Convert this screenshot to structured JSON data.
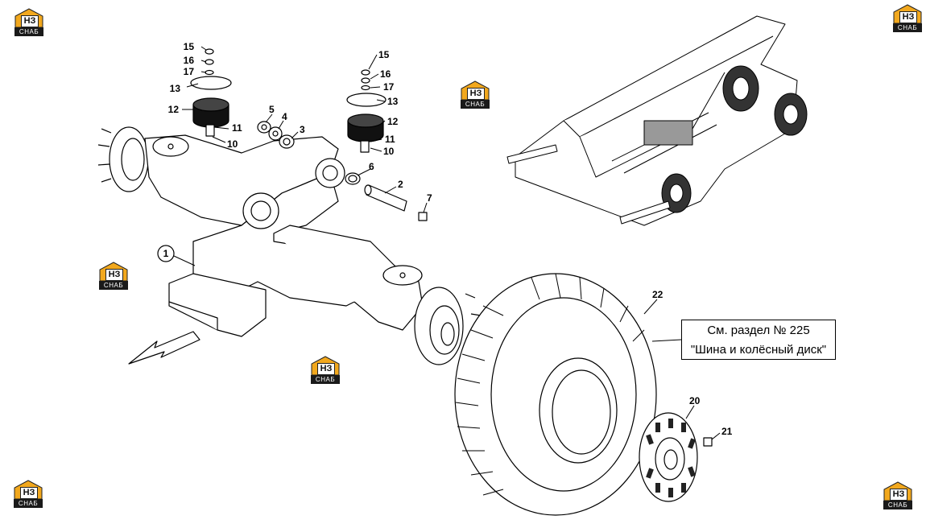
{
  "logo": {
    "mark": "НЗ",
    "brand": "СНАБ",
    "color": "#f2a81d"
  },
  "callout": {
    "line1": "См. раздел № 225",
    "line2": "\"Шина и колёсный диск\""
  },
  "labels": {
    "p1": "1",
    "p2": "2",
    "p3": "3",
    "p4": "4",
    "p5": "5",
    "p6": "6",
    "p7": "7",
    "p10a": "10",
    "p10b": "10",
    "p11a": "11",
    "p11b": "11",
    "p12a": "12",
    "p12b": "12",
    "p13a": "13",
    "p13b": "13",
    "p15a": "15",
    "p15b": "15",
    "p16a": "16",
    "p16b": "16",
    "p17a": "17",
    "p17b": "17",
    "p20": "20",
    "p21": "21",
    "p22": "22"
  }
}
